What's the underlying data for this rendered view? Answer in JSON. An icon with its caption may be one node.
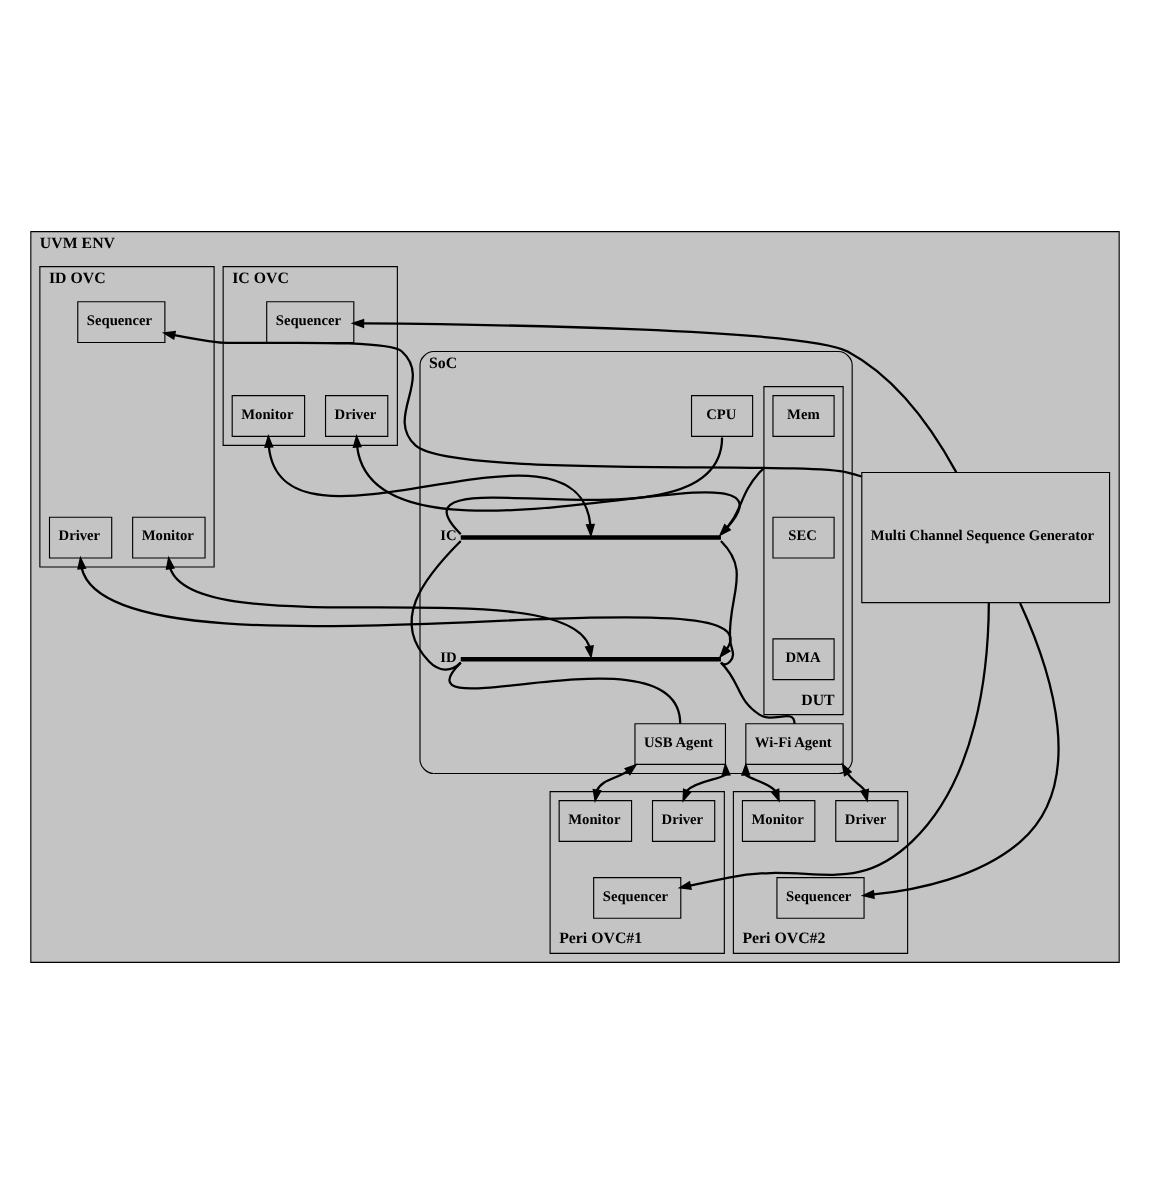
{
  "diagram": {
    "nodes": [
      {
        "text": [
          "UVM ENV"
        ]
      },
      {
        "text": [
          "IC OVC"
        ],
        "in": 0
      },
      {
        "text": [
          "Sequencer"
        ],
        "in": 1
      },
      {
        "text": [
          "Monitor"
        ],
        "in": 1
      },
      {
        "text": [
          "Driver"
        ],
        "in": 1
      },
      {
        "text": [
          "ID OVC"
        ],
        "in": 0
      },
      {
        "text": [
          "Sequencer"
        ],
        "in": 5
      },
      {
        "text": [
          "Monitor"
        ],
        "in": 5
      },
      {
        "text": [
          "Driver"
        ],
        "in": 5
      },
      {
        "text": [
          "Multi Channel Sequence Generator"
        ],
        "in": 0
      },
      {
        "text": [
          "SoC"
        ],
        "in": 0
      },
      {
        "text": [
          "CPU"
        ],
        "in": 10
      },
      {
        "text": [
          "DUT"
        ],
        "in": 10
      },
      {
        "text": [
          "Mem"
        ],
        "in": 12
      },
      {
        "text": [
          "SEC"
        ],
        "in": 12
      },
      {
        "text": [
          "DMA"
        ],
        "in": 12
      },
      {
        "text": [],
        "shape": "bar",
        "beside": [
          "IC"
        ],
        "in": 10
      },
      {
        "text": [],
        "shape": "bar",
        "beside": [
          "ID"
        ],
        "in": 10
      },
      {
        "text": [
          "USB Agent"
        ],
        "in": 10
      },
      {
        "text": [
          "Wi-Fi Agent"
        ],
        "in": 10
      },
      {
        "text": [
          "Peri OVC#1"
        ],
        "in": 0
      },
      {
        "text": [
          "Monitor"
        ],
        "in": 20
      },
      {
        "text": [
          "Driver"
        ],
        "in": 20
      },
      {
        "text": [
          "Sequencer"
        ],
        "in": 20
      },
      {
        "text": [
          "Peri OVC#2"
        ],
        "in": 0
      },
      {
        "text": [
          "Monitor"
        ],
        "in": 24
      },
      {
        "text": [
          "Driver"
        ],
        "in": 24
      },
      {
        "text": [
          "Sequencer"
        ],
        "in": 24
      }
    ],
    "edges": [
      {
        "from": 9,
        "to": 2,
        "arrow": "to"
      },
      {
        "from": 9,
        "to": 6,
        "arrow": "to"
      },
      {
        "from": 9,
        "to": 23,
        "arrow": "to"
      },
      {
        "from": 9,
        "to": 27,
        "arrow": "to"
      },
      {
        "from": 3,
        "to": 16,
        "arrow": "both"
      },
      {
        "from": 4,
        "to": 16,
        "arrow": "both"
      },
      {
        "from": 7,
        "to": 17,
        "arrow": "both"
      },
      {
        "from": 8,
        "to": 17,
        "arrow": "both"
      },
      {
        "from": 11,
        "to": 16,
        "arrow": "none"
      },
      {
        "from": 12,
        "to": 16,
        "arrow": "none"
      },
      {
        "from": 16,
        "to": 17,
        "arrow": "none"
      },
      {
        "from": 16,
        "to": 17,
        "arrow": "none"
      },
      {
        "from": 17,
        "to": 18,
        "arrow": "none"
      },
      {
        "from": 17,
        "to": 19,
        "arrow": "none"
      },
      {
        "from": 18,
        "to": 21,
        "arrow": "both"
      },
      {
        "from": 18,
        "to": 22,
        "arrow": "both"
      },
      {
        "from": 19,
        "to": 25,
        "arrow": "both"
      },
      {
        "from": 19,
        "to": 26,
        "arrow": "both"
      }
    ]
  }
}
